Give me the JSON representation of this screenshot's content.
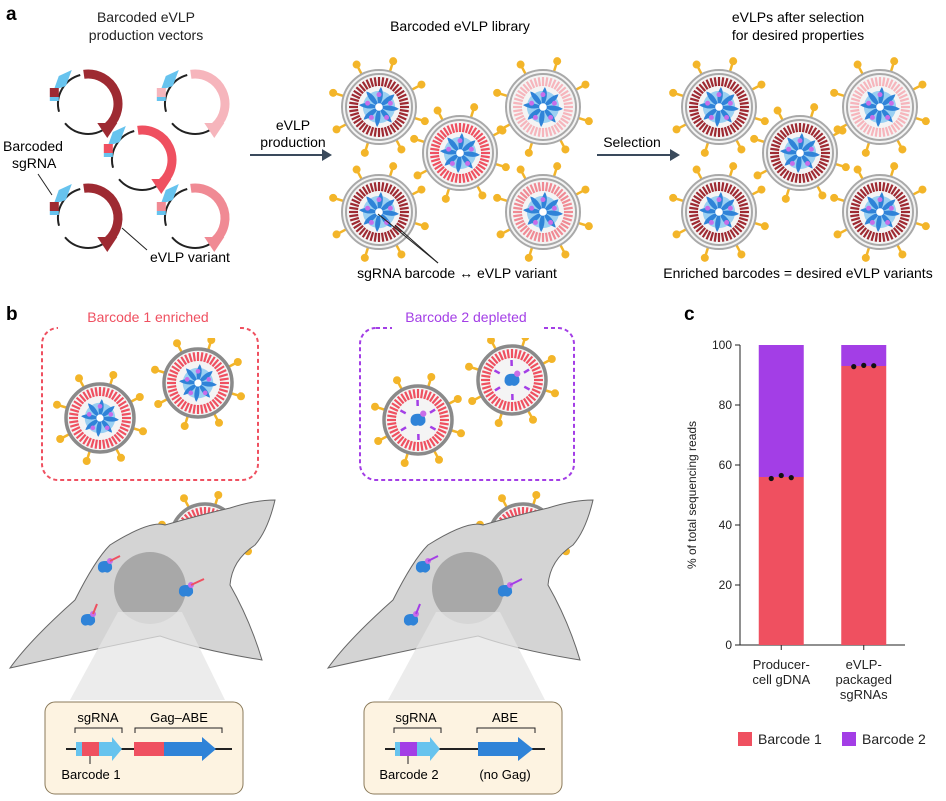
{
  "panel_a": {
    "letter": "a",
    "vectors_title": [
      "Barcoded eVLP",
      "production vectors"
    ],
    "library_title": "Barcoded eVLP library",
    "selected_title": [
      "eVLPs after selection",
      "for desired properties"
    ],
    "barcoded_sgrna_label": [
      "Barcoded",
      "sgRNA"
    ],
    "evlp_variant_label": "eVLP variant",
    "arrow1_label": [
      "eVLP",
      "production"
    ],
    "arrow2_label": "Selection",
    "barcode_variant_caption": "sgRNA barcode ↔ eVLP variant",
    "enriched_caption": "Enriched barcodes = desired eVLP variants"
  },
  "panel_b": {
    "letter": "b",
    "enriched_title": "Barcode 1 enriched",
    "depleted_title": "Barcode 2 depleted",
    "left_construct": {
      "sgrna": "sgRNA",
      "gene": "Gag–ABE",
      "barcode": "Barcode 1"
    },
    "right_construct": {
      "sgrna": "sgRNA",
      "gene": "ABE",
      "barcode": "Barcode 2",
      "note": "(no Gag)"
    }
  },
  "panel_c": {
    "letter": "c"
  },
  "colors": {
    "barcode1": "#ef5060",
    "barcode2": "#a33ee6",
    "dark_red": "#9e2a32",
    "pink": "#f6b5bc",
    "gold": "#f3b529",
    "blue": "#2f83d8",
    "light_blue": "#67c3ee"
  },
  "chart_data": {
    "type": "bar",
    "stacked": true,
    "categories": [
      [
        "Producer-",
        "cell gDNA"
      ],
      [
        "eVLP-",
        "packaged",
        "sgRNAs"
      ]
    ],
    "series": [
      {
        "name": "Barcode 1",
        "color": "#ef5060",
        "values": [
          56,
          93
        ]
      },
      {
        "name": "Barcode 2",
        "color": "#a33ee6",
        "values": [
          44,
          7
        ]
      }
    ],
    "replicates": [
      [
        55.5,
        56.5,
        55.8
      ],
      [
        92.8,
        93.2,
        93.1
      ]
    ],
    "ylabel": "% of total sequencing reads",
    "ylim": [
      0,
      100
    ],
    "yticks": [
      0,
      20,
      40,
      60,
      80,
      100
    ],
    "legend_position": "bottom"
  }
}
